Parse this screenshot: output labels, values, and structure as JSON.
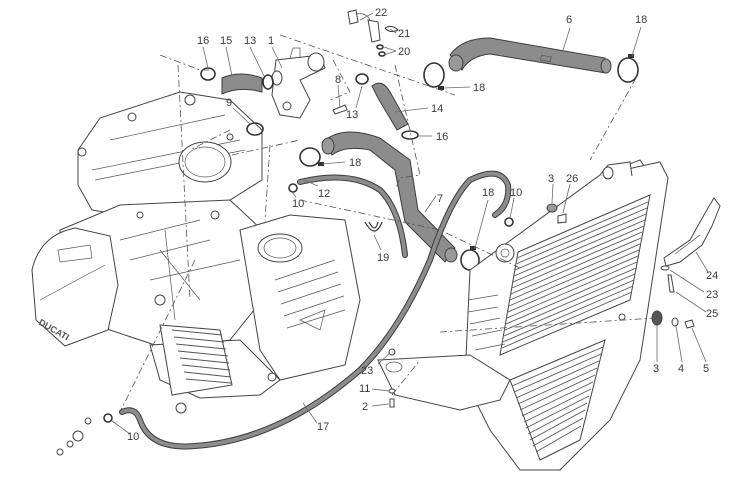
{
  "diagram": {
    "title": "Cooling system exploded parts diagram",
    "brand_text": "DUCATI",
    "colors": {
      "background": "#ffffff",
      "line": "#444444",
      "hose_fill": "#8c8c8c",
      "label": "#3a3a3a"
    },
    "callouts": [
      {
        "id": "c16a",
        "label": "16"
      },
      {
        "id": "c15",
        "label": "15"
      },
      {
        "id": "c13a",
        "label": "13"
      },
      {
        "id": "c1",
        "label": "1"
      },
      {
        "id": "c22",
        "label": "22"
      },
      {
        "id": "c21",
        "label": "21"
      },
      {
        "id": "c20",
        "label": "20"
      },
      {
        "id": "c6",
        "label": "6"
      },
      {
        "id": "c18a",
        "label": "18"
      },
      {
        "id": "c8",
        "label": "8"
      },
      {
        "id": "c18b",
        "label": "18"
      },
      {
        "id": "c9",
        "label": "9"
      },
      {
        "id": "c13b",
        "label": "13"
      },
      {
        "id": "c14",
        "label": "14"
      },
      {
        "id": "c16b",
        "label": "16"
      },
      {
        "id": "c18c",
        "label": "18"
      },
      {
        "id": "c12",
        "label": "12"
      },
      {
        "id": "c10a",
        "label": "10"
      },
      {
        "id": "c7",
        "label": "7"
      },
      {
        "id": "c18d",
        "label": "18"
      },
      {
        "id": "c10b",
        "label": "10"
      },
      {
        "id": "c3a",
        "label": "3"
      },
      {
        "id": "c26",
        "label": "26"
      },
      {
        "id": "c19",
        "label": "19"
      },
      {
        "id": "c24",
        "label": "24"
      },
      {
        "id": "c23a",
        "label": "23"
      },
      {
        "id": "c25",
        "label": "25"
      },
      {
        "id": "c3b",
        "label": "3"
      },
      {
        "id": "c4",
        "label": "4"
      },
      {
        "id": "c5",
        "label": "5"
      },
      {
        "id": "c23b",
        "label": "23"
      },
      {
        "id": "c11",
        "label": "11"
      },
      {
        "id": "c2",
        "label": "2"
      },
      {
        "id": "c17",
        "label": "17"
      },
      {
        "id": "c10c",
        "label": "10"
      }
    ]
  }
}
